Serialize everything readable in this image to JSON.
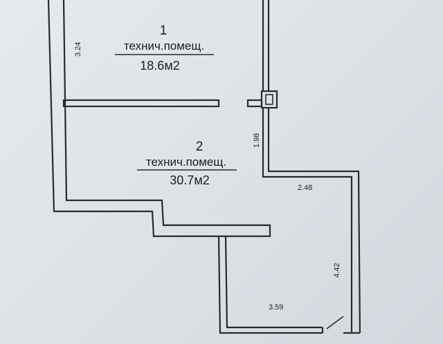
{
  "plan": {
    "rooms": [
      {
        "number": "1",
        "name": "технич.помещ.",
        "area": "18.6м2"
      },
      {
        "number": "2",
        "name": "технич.помещ.",
        "area": "30.7м2"
      }
    ],
    "dimensions": {
      "room1_height": "3.24",
      "room2_upper": "1.98",
      "annex_top": "2.48",
      "annex_side": "4.42",
      "annex_bottom": "3.59"
    }
  }
}
